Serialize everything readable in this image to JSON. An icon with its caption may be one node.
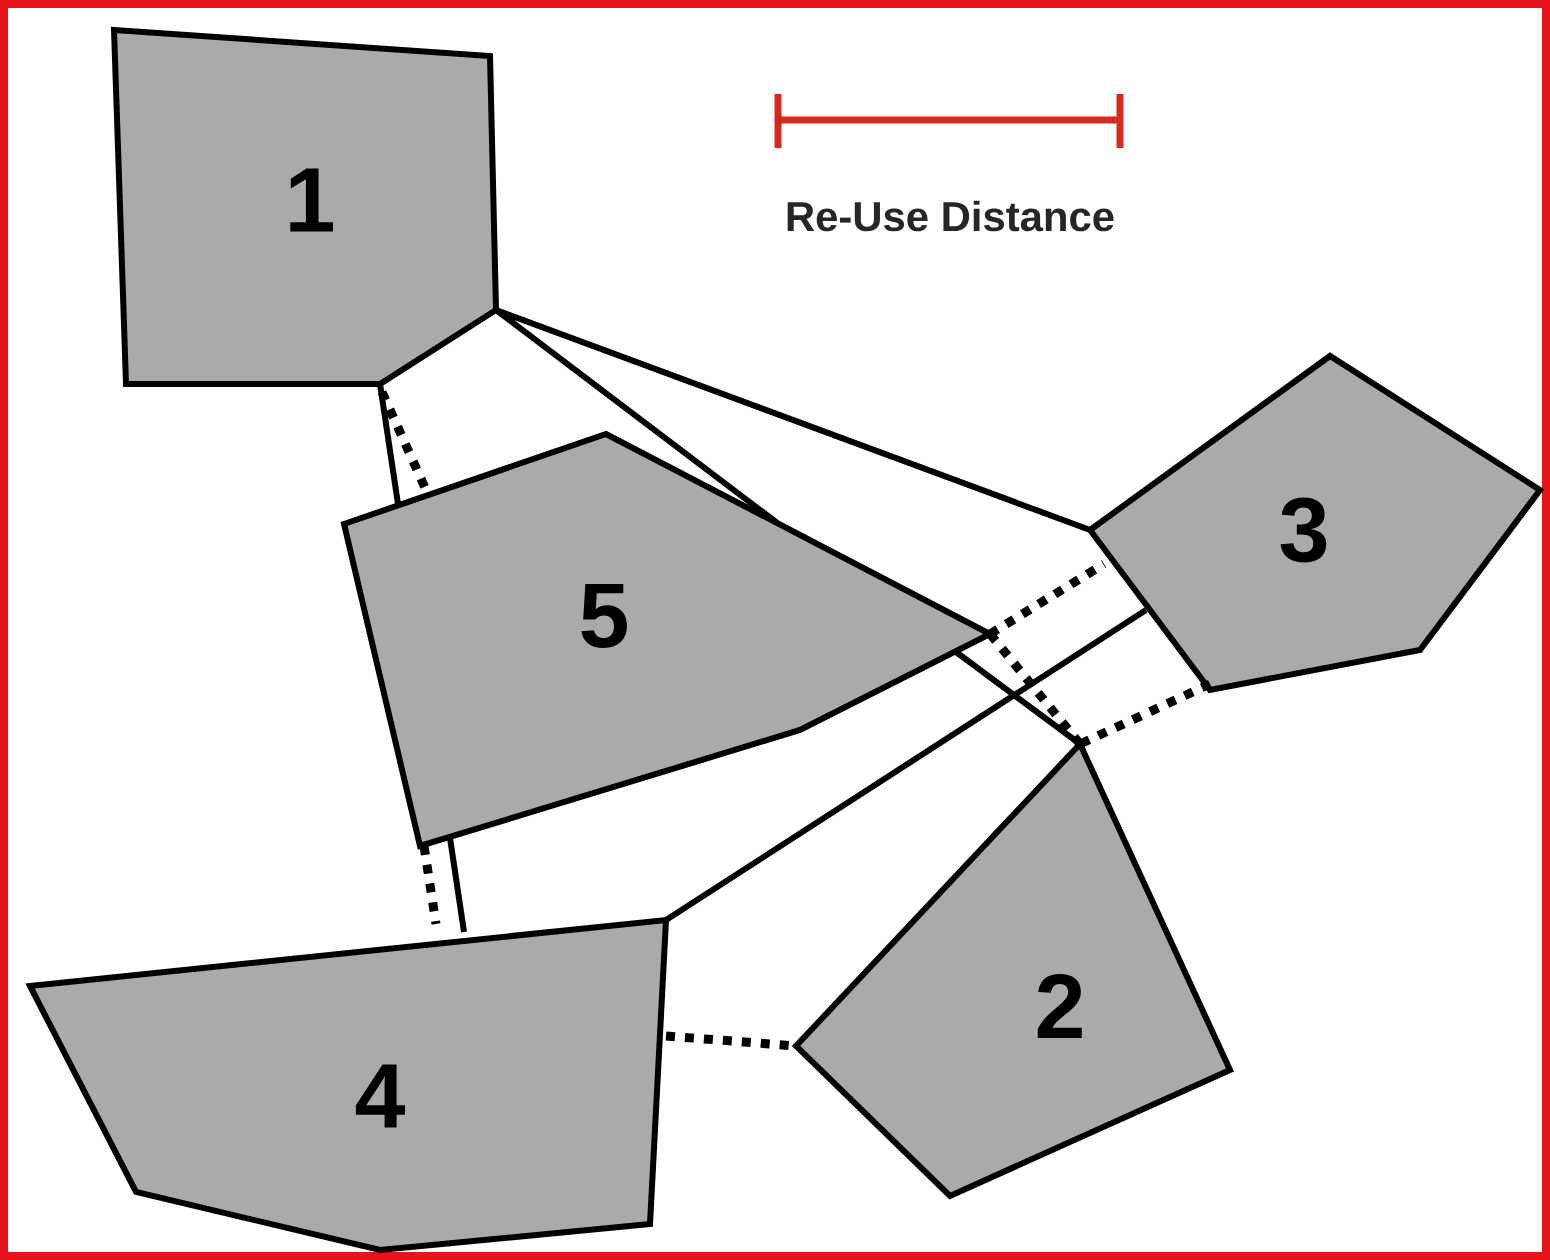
{
  "diagram": {
    "nodes": [
      {
        "text": [
          "1"
        ]
      },
      {
        "text": [
          "3"
        ]
      },
      {
        "text": [
          "5"
        ]
      },
      {
        "text": [
          "2"
        ]
      },
      {
        "text": [
          "4"
        ]
      }
    ],
    "edges": [
      {
        "from": 0,
        "to": 1,
        "arrow": "none"
      },
      {
        "from": 0,
        "to": 2,
        "arrow": "none"
      },
      {
        "from": 2,
        "to": 3,
        "arrow": "none"
      },
      {
        "from": 0,
        "to": 2,
        "arrow": "none"
      },
      {
        "from": 2,
        "to": 4,
        "arrow": "none"
      },
      {
        "from": 0,
        "to": 2,
        "arrow": "none",
        "style": "dashed"
      },
      {
        "from": 2,
        "to": 1,
        "arrow": "none",
        "style": "dashed"
      },
      {
        "from": 2,
        "to": 3,
        "arrow": "none",
        "style": "dashed"
      },
      {
        "from": 1,
        "to": 3,
        "arrow": "none",
        "style": "dashed"
      },
      {
        "from": 1,
        "to": 4,
        "arrow": "none"
      },
      {
        "from": 2,
        "to": 4,
        "arrow": "none",
        "style": "dashed"
      },
      {
        "from": 4,
        "to": 3,
        "arrow": "none",
        "style": "dashed"
      }
    ],
    "labels": [
      "Re-Use Distance"
    ]
  }
}
